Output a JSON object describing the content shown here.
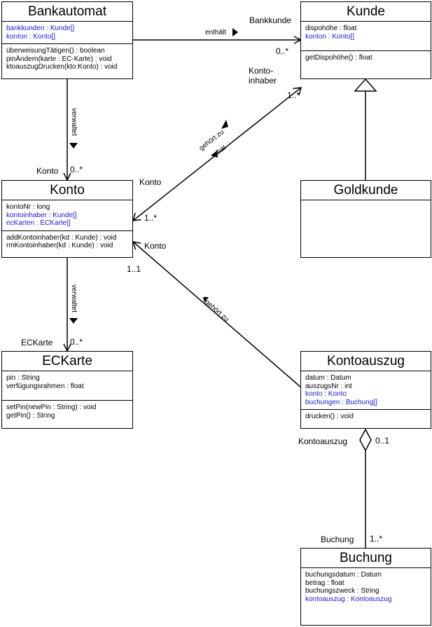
{
  "classes": {
    "bankautomat": {
      "name": "Bankautomat",
      "attributes": [
        {
          "text": "bankkunden : Kunde[]",
          "color": "blue"
        },
        {
          "text": "konton : Konto[]",
          "color": "blue"
        }
      ],
      "operations": [
        "überweisungTätigen() : boolean",
        "pinÄndern(karte : EC-Karte) : void",
        "ktoauszugDrucken(kto:Konto) : void"
      ]
    },
    "kunde": {
      "name": "Kunde",
      "attributes": [
        {
          "text": "dispohöhe : float",
          "color": "black"
        },
        {
          "text": "konton : Konto[]",
          "color": "blue"
        }
      ],
      "operations": [
        "getDispohöhe() : float"
      ]
    },
    "konto": {
      "name": "Konto",
      "attributes": [
        {
          "text": "kontoNr : long",
          "color": "black"
        },
        {
          "text": "kontoinhaber : Kunde[]",
          "color": "blue"
        },
        {
          "text": "ecKarten : ECKarte[]",
          "color": "blue"
        }
      ],
      "operations": [
        "addKontoinhaber(kd : Kunde) : void",
        "rmKontoinhaber(kd : Kunde) : void"
      ]
    },
    "goldkunde": {
      "name": "Goldkunde",
      "attributes": [],
      "operations": []
    },
    "eckarte": {
      "name": "ECKarte",
      "attributes": [
        {
          "text": "pin : String",
          "color": "black"
        },
        {
          "text": "verfügungsrahmen : float",
          "color": "black"
        }
      ],
      "operations": [
        "setPin(newPin : String) : void",
        "getPin() : String"
      ]
    },
    "kontoauszug": {
      "name": "Kontoauszug",
      "attributes": [
        {
          "text": "datum : Datum",
          "color": "black"
        },
        {
          "text": "auszugsNr : int",
          "color": "black"
        },
        {
          "text": "konto : Konto",
          "color": "blue"
        },
        {
          "text": "buchungen : Buchung[]",
          "color": "blue"
        }
      ],
      "operations": [
        "drucken() : void"
      ]
    },
    "buchung": {
      "name": "Buchung",
      "attributes": [
        {
          "text": "buchungsdatum : Datum",
          "color": "black"
        },
        {
          "text": "betrag : float",
          "color": "black"
        },
        {
          "text": "buchungszweck : String",
          "color": "black"
        },
        {
          "text": "kontoauszug : Kontoauszug",
          "color": "blue"
        }
      ],
      "operations": []
    }
  },
  "labels": {
    "bankautomat_kunde_name": "enthält",
    "bankautomat_kunde_role": "Bankkunde",
    "bankautomat_kunde_mult": "0..*",
    "bankautomat_konto_name": "verwaltet",
    "bankautomat_konto_role": "Konto",
    "bankautomat_konto_mult": "0..*",
    "konto_kunde_role_top_1": "Konto-",
    "konto_kunde_role_top_2": "inhaber",
    "konto_kunde_mult_top": "1..*",
    "konto_kunde_name_1": "gehört zu",
    "konto_kunde_name_2": "hat",
    "konto_kunde_role_bottom": "Konto",
    "konto_kunde_mult_bottom": "1..*",
    "konto_eckarte_name": "verwaltet",
    "konto_eckarte_role": "ECKarte",
    "konto_eckarte_mult": "0..*",
    "konto_kontoauszug_role": "Konto",
    "konto_kontoauszug_mult": "1..1",
    "konto_kontoauszug_name": "gehört zu",
    "kontoauszug_buchung_role_top": "Kontoauszug",
    "kontoauszug_buchung_mult_top": "0..1",
    "kontoauszug_buchung_role_bottom": "Buchung",
    "kontoauszug_buchung_mult_bottom": "1..*"
  },
  "colors": {
    "line": "#000000",
    "highlight": "#1a1ad6"
  }
}
